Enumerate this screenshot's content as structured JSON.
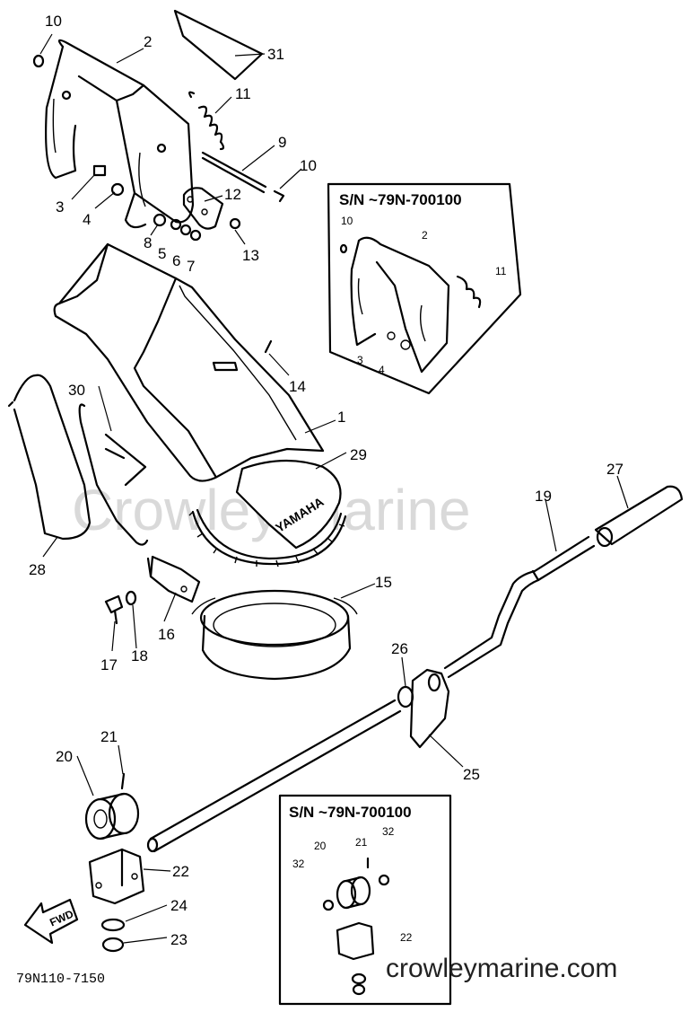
{
  "watermark": "Crowley Marine",
  "website": "crowleymarine.com",
  "diagram_code": "79N110-7150",
  "fwd_label": "FWD",
  "brand_text": "YAMAHA",
  "inset_top": {
    "header": "S/N ~79N-700100"
  },
  "inset_bottom": {
    "header": "S/N ~79N-700100"
  },
  "callouts": {
    "p1": "1",
    "p2": "2",
    "p3": "3",
    "p4": "4",
    "p5": "5",
    "p6": "6",
    "p7": "7",
    "p8": "8",
    "p9": "9",
    "p10a": "10",
    "p10b": "10",
    "p11": "11",
    "p12": "12",
    "p13": "13",
    "p14": "14",
    "p15": "15",
    "p16": "16",
    "p17": "17",
    "p18": "18",
    "p19": "19",
    "p20": "20",
    "p21": "21",
    "p22": "22",
    "p23": "23",
    "p24": "24",
    "p25": "25",
    "p26": "26",
    "p27": "27",
    "p28": "28",
    "p29": "29",
    "p30": "30",
    "p31": "31"
  },
  "inset_top_callouts": {
    "p10": "10",
    "p2": "2",
    "p11": "11",
    "p3": "3",
    "p4": "4"
  },
  "inset_bottom_callouts": {
    "p21": "21",
    "p20": "20",
    "p32a": "32",
    "p32b": "32",
    "p22": "22"
  }
}
